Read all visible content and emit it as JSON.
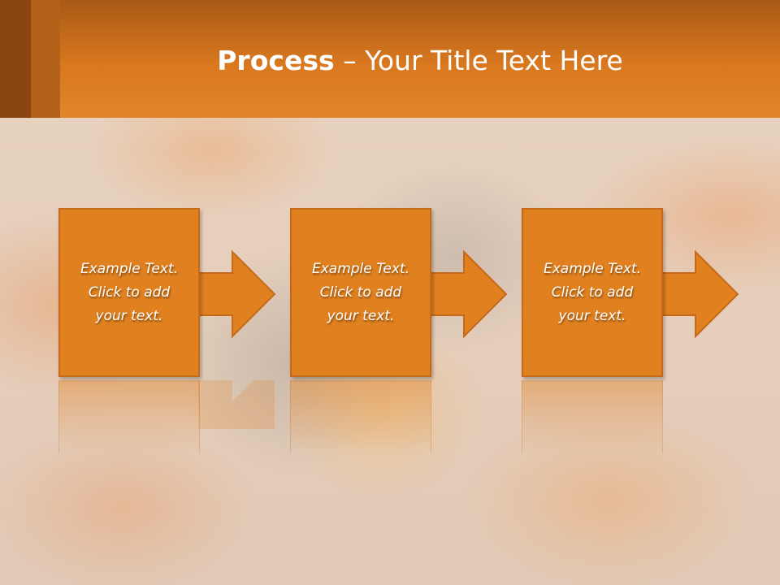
{
  "slide": {
    "title_bold": "Process",
    "title_rest": " – Your Title Text Here"
  },
  "steps": [
    {
      "line1": "Example Text.",
      "line2": "Click  to add",
      "line3": "your text."
    },
    {
      "line1": "Example Text.",
      "line2": "Click  to add",
      "line3": "your text."
    },
    {
      "line1": "Example Text.",
      "line2": "Click  to add",
      "line3": "your text."
    }
  ],
  "colors": {
    "header": "#e3852a",
    "box_fill": "#e0801f",
    "box_border": "#c5691a",
    "arrow_fill": "#e0801f"
  }
}
